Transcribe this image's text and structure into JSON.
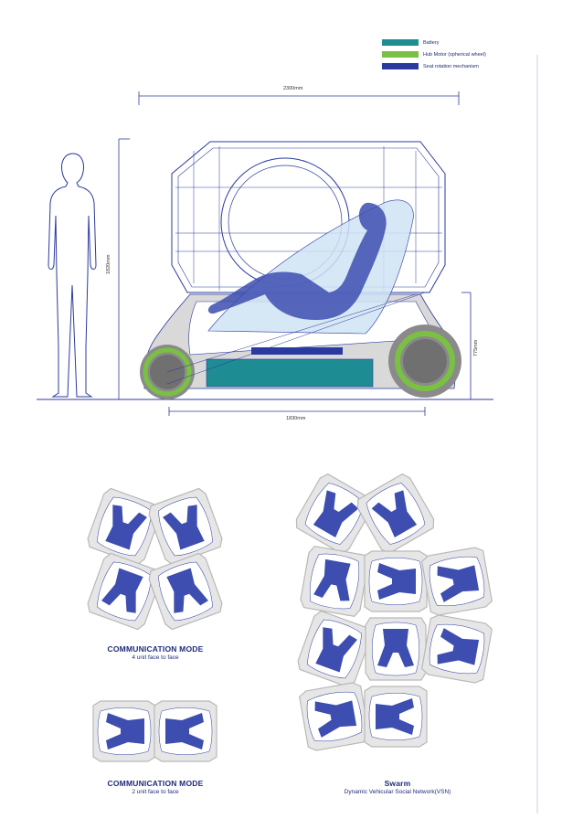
{
  "legend": [
    {
      "label": "Battery",
      "color": "#1e8c93"
    },
    {
      "label": "Hub Motor (spherical wheel)",
      "color": "#7ac143"
    },
    {
      "label": "Seat rotation mechanism",
      "color": "#2b3a9e"
    }
  ],
  "dimensions": {
    "overall_width": "2300mm",
    "overall_height": "1820mm",
    "wheelbase": "1830mm",
    "rear_height": "775mm"
  },
  "captions": {
    "mode4": {
      "title": "COMMUNICATION MODE",
      "subtitle": "4 unit face to face"
    },
    "mode2": {
      "title": "COMMUNICATION MODE",
      "subtitle": "2 unit face to face"
    },
    "swarm": {
      "title": "Swarm",
      "subtitle": "Dynamic Vehicular Social Network(VSN)"
    }
  },
  "colors": {
    "line": "#2b3a9e",
    "figure": "#3d4db0",
    "seat_glass": "#cfe3f4",
    "wheel": "#8a8a8a",
    "tire_ring": "#7ac143",
    "battery": "#1e8c93",
    "pod_outline": "#b9b9b9",
    "pod_fill": "#e6e6e6"
  }
}
